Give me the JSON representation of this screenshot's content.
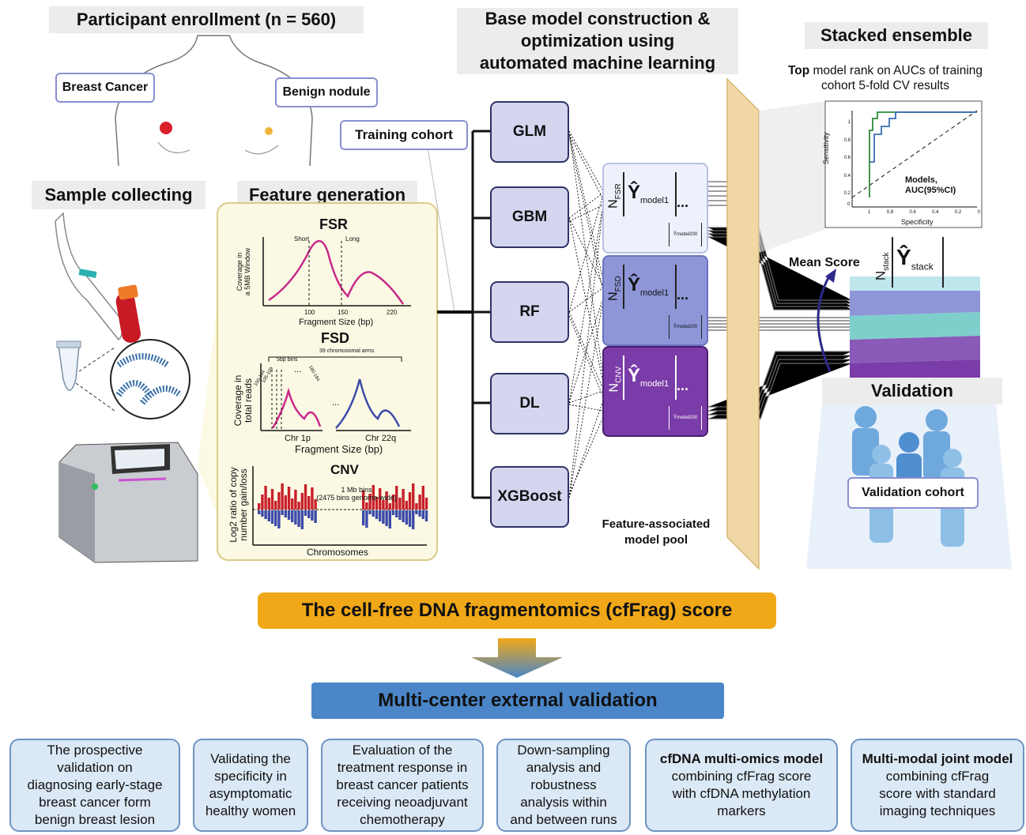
{
  "headers": {
    "enrollment": "Participant enrollment (n = 560)",
    "sample": "Sample collecting",
    "feature": "Feature generation",
    "base_model_l1": "Base model construction &",
    "base_model_l2": "optimization using",
    "base_model_l3": "automated machine learning",
    "stacked": "Stacked ensemble"
  },
  "labels": {
    "breast_cancer": "Breast Cancer",
    "benign": "Benign nodule",
    "training": "Training cohort",
    "validation_cohort": "Validation cohort",
    "validation": "Validation",
    "mean_score": "Mean Score",
    "pool_l1": "Feature-associated",
    "pool_l2": "model pool"
  },
  "models": [
    "GLM",
    "GBM",
    "RF",
    "DL",
    "XGBoost"
  ],
  "pools": {
    "fsr": {
      "sub": "FSR",
      "model": "model1",
      "mini": "model200",
      "dots": "..."
    },
    "fsd": {
      "sub": "FSD",
      "model": "model1",
      "mini": "model200",
      "dots": "..."
    },
    "cnv": {
      "sub": "CNV",
      "model": "model1",
      "mini": "model200",
      "dots": "..."
    }
  },
  "stack": {
    "n": "N",
    "sub": "stack",
    "y": "Ŷ",
    "ysub": "stack"
  },
  "roc": {
    "title_bold": "Top",
    "title_rest": " model rank on AUCs of training",
    "title_l2": "cohort 5-fold CV results",
    "ylabel": "Sensitivity",
    "xlabel": "Specificity",
    "legend_l1": "Models,",
    "legend_l2": "AUC(95%CI)",
    "yticks": [
      "1",
      "0.8",
      "0.6",
      "0.4",
      "0.2",
      "0"
    ],
    "xticks": [
      "1",
      "0.8",
      "0.6",
      "0.4",
      "0.2",
      "0"
    ],
    "colors": {
      "green": "#2e8b3a",
      "blue": "#3a6fb5"
    }
  },
  "fsr": {
    "title": "FSR",
    "short": "Short",
    "long": "Long",
    "ylabel_l1": "Coverage in",
    "ylabel_l2": "a 5MB Window",
    "xticks": [
      "100",
      "150",
      "220"
    ],
    "xlabel": "Fragment Size (bp)"
  },
  "fsd": {
    "title": "FSD",
    "arms": "39 chromosomal arms",
    "bins": "5bp bins",
    "b1": "100-104",
    "b2": "105-109",
    "b3": "180-184",
    "dots1": "...",
    "dots2": "...",
    "ylabel_l1": "Coverage in",
    "ylabel_l2": "total reads",
    "chr1": "Chr 1p",
    "chr2": "Chr 22q",
    "xlabel": "Fragment Size (bp)"
  },
  "cnv": {
    "title": "CNV",
    "bins_l1": "1 Mb bins",
    "bins_l2": "(2475 bins genome-wide)",
    "ylabel_l1": "Log2 ratio of copy",
    "ylabel_l2": "number gain/loss",
    "xlabel": "Chromosomes"
  },
  "score_title": "The cell-free DNA fragmentomics (cfFrag) score",
  "multi_center": "Multi-center external validation",
  "bottom": [
    {
      "lines": [
        "The prospective",
        "validation on",
        "diagnosing early-stage",
        "breast cancer form",
        "benign breast lesion"
      ]
    },
    {
      "lines": [
        "Validating the",
        "specificity in",
        "asymptomatic",
        "healthy women"
      ]
    },
    {
      "lines": [
        "Evaluation of the",
        "treatment response in",
        "breast cancer patients",
        "receiving neoadjuvant",
        "chemotherapy"
      ]
    },
    {
      "lines": [
        "Down-sampling",
        "analysis and",
        "robustness",
        "analysis within",
        "and between runs"
      ]
    },
    {
      "bold": "cfDNA multi-omics model",
      "lines": [
        "combining cfFrag score",
        "with cfDNA methylation",
        "markers"
      ]
    },
    {
      "bold": "Multi-modal joint model",
      "lines": [
        "combining cfFrag",
        "score with standard",
        "imaging techniques"
      ]
    }
  ],
  "colors": {
    "score_bar": "#f0a818",
    "multi_bar": "#4a86c8",
    "pool_fsr": "#eef1fb",
    "pool_fsd": "#8e96d8",
    "pool_cnv": "#7a3ca8",
    "model_box": "#d4d5ee",
    "panel": "#fbf9e4",
    "red": "#c8202a",
    "blue": "#3b4aa8",
    "magenta": "#c8288a"
  }
}
